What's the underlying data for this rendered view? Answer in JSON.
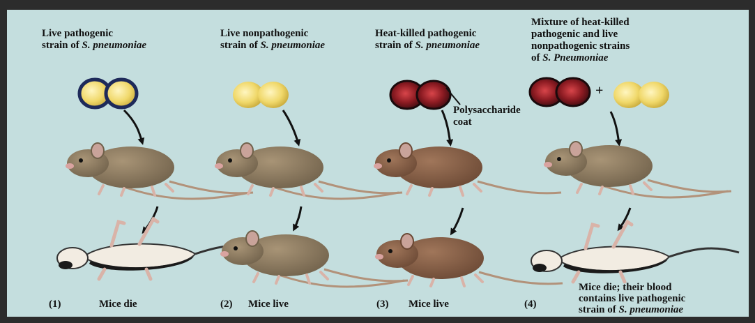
{
  "experiment": {
    "panels": [
      {
        "title_line1": "Live pathogenic",
        "title_line2_prefix": "strain of ",
        "title_species": "S. pneumoniae",
        "number": "(1)",
        "result": "Mice die"
      },
      {
        "title_line1": "Live nonpathogenic",
        "title_line2_prefix": "strain of ",
        "title_species": "S. pneumoniae",
        "number": "(2)",
        "result": "Mice live"
      },
      {
        "title_line1": "Heat-killed pathogenic",
        "title_line2_prefix": "strain of ",
        "title_species": "S. pneumoniae",
        "number": "(3)",
        "result": "Mice live",
        "annotation_line1": "Polysaccharide",
        "annotation_line2": "coat"
      },
      {
        "title_line1": "Mixture of heat-killed",
        "title_line2": "pathogenic and live",
        "title_line3": "nonpathogenic strains",
        "title_line4_prefix": "of ",
        "title_species": "S. Pneumoniae",
        "plus_sign": "+",
        "number": "(4)",
        "result_line1": "Mice die; their blood",
        "result_line2": "contains live pathogenic",
        "result_line3_prefix": "strain of ",
        "result_species": "S. pneumoniae"
      }
    ]
  },
  "colors": {
    "background": "#c4dede",
    "frame": "#2c2c2c",
    "live_bacteria": "#f0d86a",
    "heat_killed_bacteria": "#8c1b22",
    "capsule_outline": "#1e2a5a",
    "mouse_body": "#8c7a60",
    "mouse_belly": "#f2ece2",
    "arrow": "#111111"
  }
}
